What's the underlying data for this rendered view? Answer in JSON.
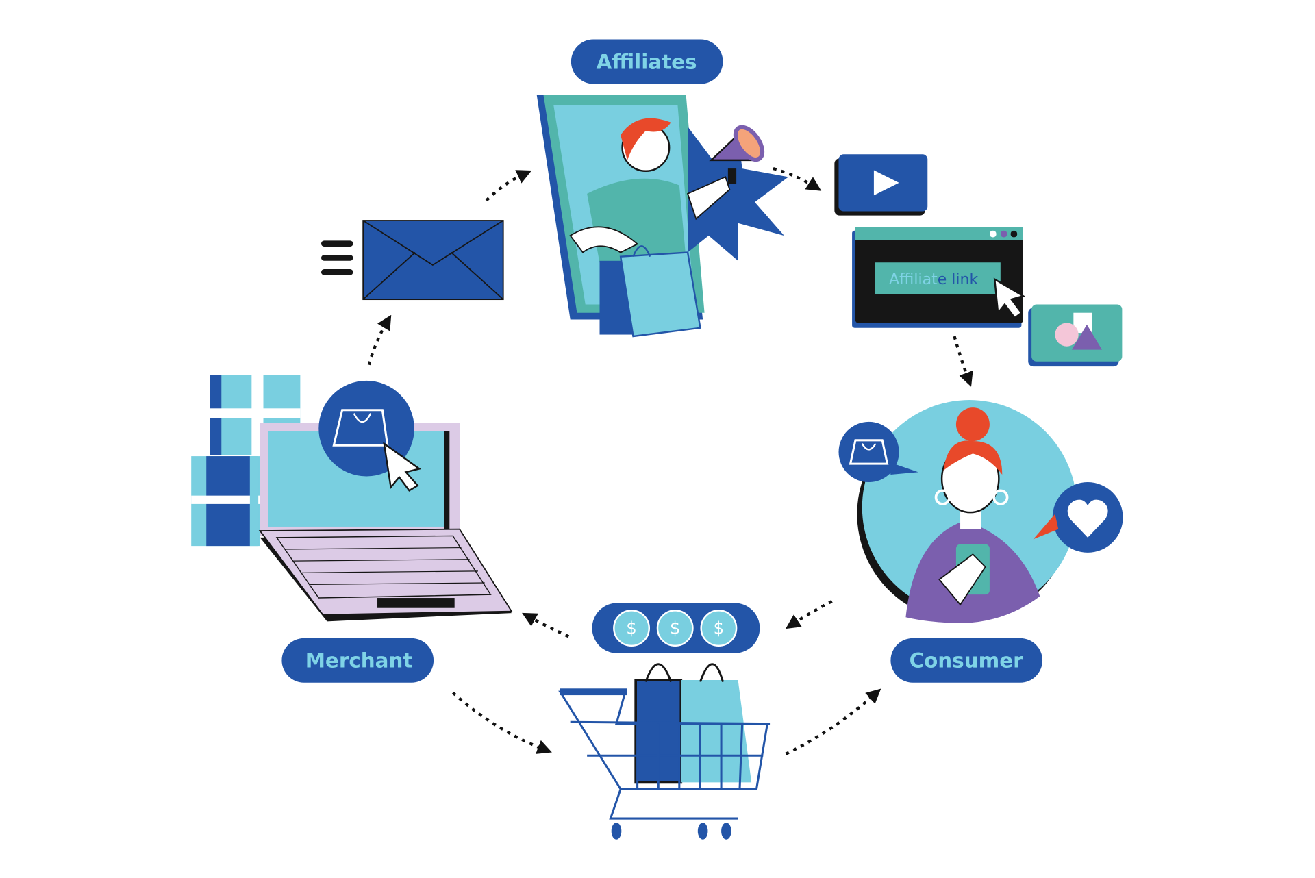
{
  "labels": {
    "affiliates": "Affiliates",
    "merchant": "Merchant",
    "consumer": "Consumer"
  },
  "affiliate_link": {
    "part_faded": "Affiliat",
    "part_bold": "e link"
  },
  "currency_symbol": "$",
  "colors": {
    "blue": "#2355a8",
    "cyan": "#79cfe0",
    "teal": "#52b5ab",
    "black": "#161616",
    "lavender": "#dccbe6",
    "purple": "#7b5fae",
    "red": "#e8492a",
    "label_text": "#7fd3e6"
  }
}
